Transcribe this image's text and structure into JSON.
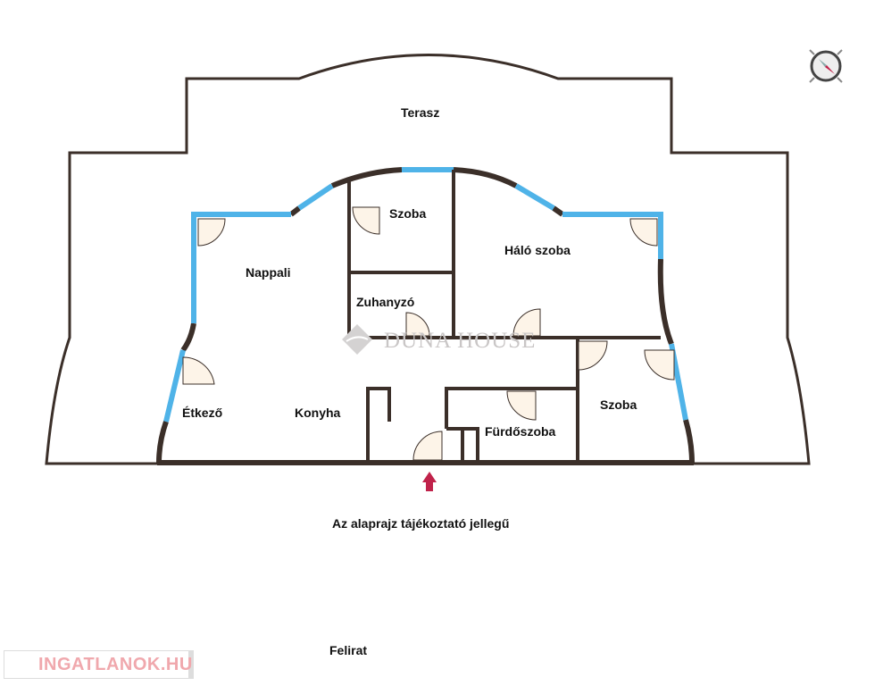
{
  "rooms": {
    "terasz": "Terasz",
    "szoba_top": "Szoba",
    "halo_szoba": "Háló szoba",
    "nappali": "Nappali",
    "zuhanyzo": "Zuhanyzó",
    "etkezo": "Étkező",
    "konyha": "Konyha",
    "furdoszoba": "Fürdőszoba",
    "szoba_right": "Szoba"
  },
  "watermark": "DUNA HOUSE",
  "disclaimer": "Az alaprajz tájékoztató jellegű",
  "caption": "Felirat",
  "logo": "INGATLANOK.HU",
  "colors": {
    "wall": "#3b2f29",
    "window": "#4fb3e8",
    "door_fill": "#fdf4e8",
    "entrance_arrow": "#c0224a"
  }
}
